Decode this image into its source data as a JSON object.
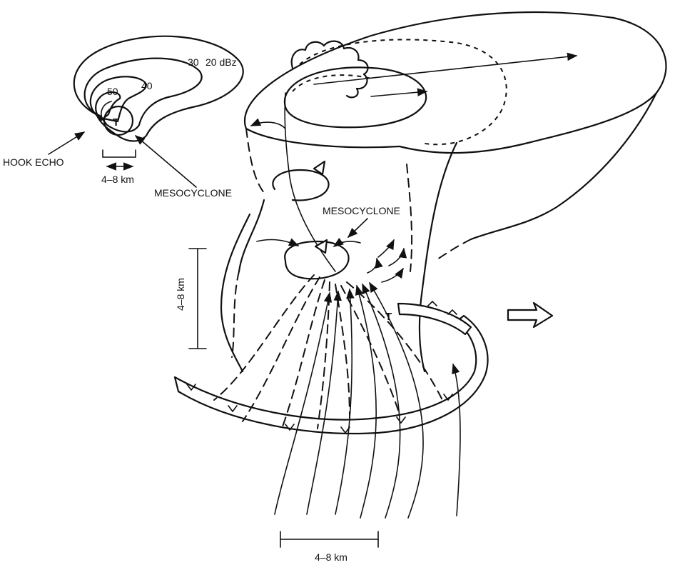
{
  "inset": {
    "contour_labels": [
      "30",
      "20 dBz",
      "40",
      "50"
    ],
    "center_marker": "T",
    "hook_echo_label": "HOOK ECHO",
    "scale_label": "4–8 km",
    "mesocyclone_label": "MESOCYCLONE"
  },
  "main": {
    "mesocyclone_label": "MESOCYCLONE",
    "vertical_scale_label": "4–8 km",
    "horizontal_scale_label": "4–8 km",
    "tornado_marker": "T"
  }
}
